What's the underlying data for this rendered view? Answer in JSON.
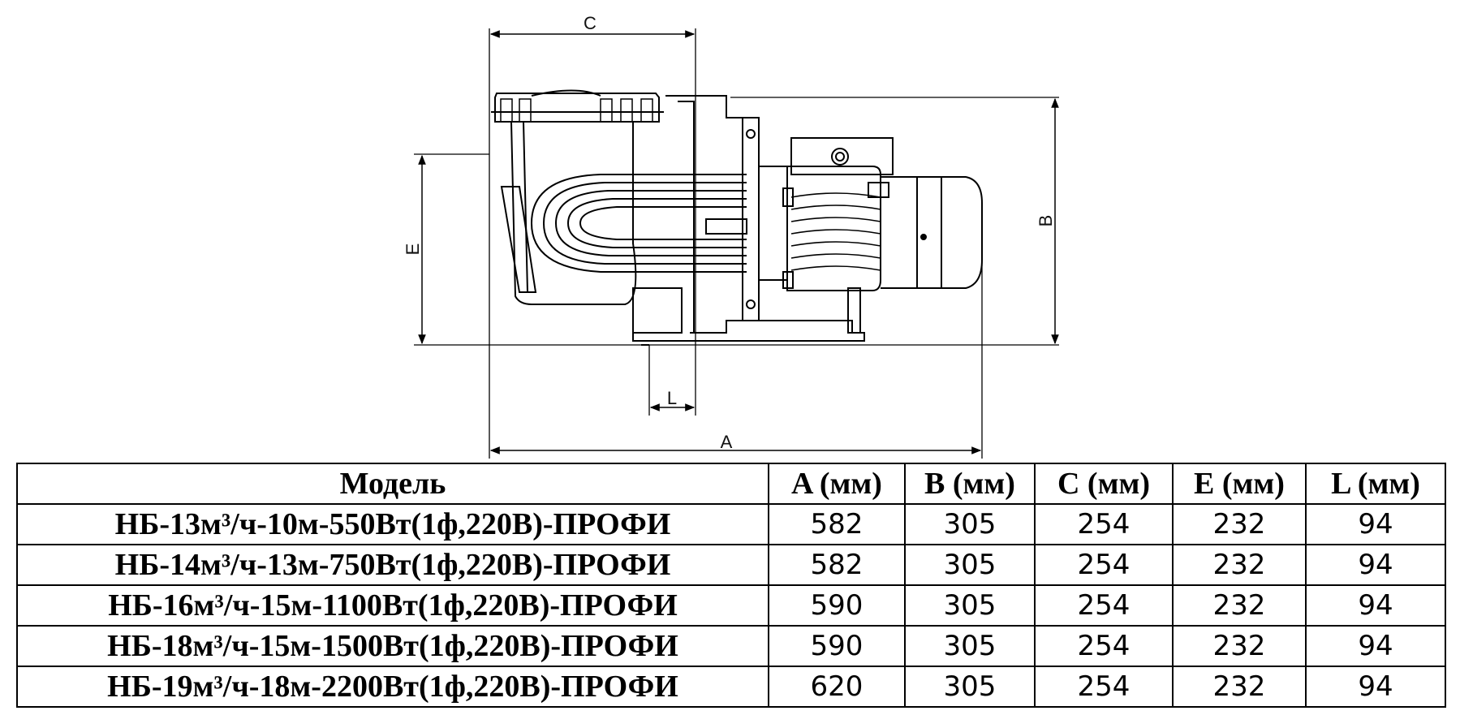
{
  "diagram": {
    "dim_labels": {
      "A": "A",
      "B": "B",
      "C": "C",
      "E": "E",
      "L": "L"
    },
    "components": [
      "pump-lid",
      "strainer-housing",
      "volute",
      "motor",
      "terminal-box",
      "motor-end-cap",
      "base-frame"
    ]
  },
  "table": {
    "headers": [
      "Модель",
      "A (мм)",
      "B (мм)",
      "C (мм)",
      "E (мм)",
      "L (мм)"
    ],
    "rows": [
      {
        "model": "НБ-13м³/ч-10м-550Вт(1ф,220В)-ПРОФИ",
        "a": "582",
        "b": "305",
        "c": "254",
        "e": "232",
        "l": "94"
      },
      {
        "model": "НБ-14м³/ч-13м-750Вт(1ф,220В)-ПРОФИ",
        "a": "582",
        "b": "305",
        "c": "254",
        "e": "232",
        "l": "94"
      },
      {
        "model": "НБ-16м³/ч-15м-1100Вт(1ф,220В)-ПРОФИ",
        "a": "590",
        "b": "305",
        "c": "254",
        "e": "232",
        "l": "94"
      },
      {
        "model": "НБ-18м³/ч-15м-1500Вт(1ф,220В)-ПРОФИ",
        "a": "590",
        "b": "305",
        "c": "254",
        "e": "232",
        "l": "94"
      },
      {
        "model": "НБ-19м³/ч-18м-2200Вт(1ф,220В)-ПРОФИ",
        "a": "620",
        "b": "305",
        "c": "254",
        "e": "232",
        "l": "94"
      }
    ]
  }
}
